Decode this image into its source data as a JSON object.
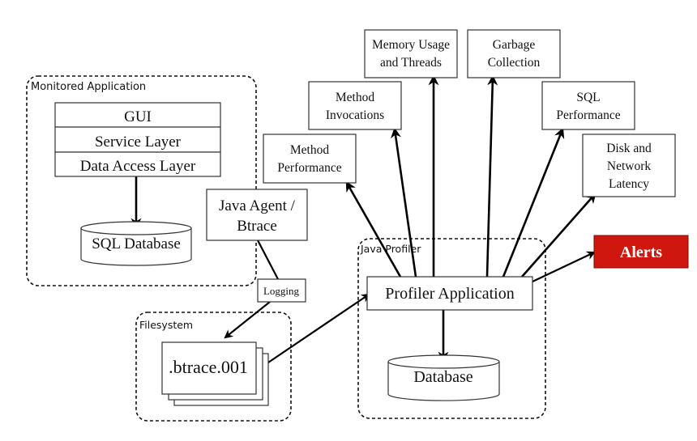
{
  "groups": {
    "monitored": {
      "label": "Monitored Application"
    },
    "filesystem": {
      "label": "Filesystem"
    },
    "profiler": {
      "label": "Java Profiler"
    }
  },
  "app_stack": [
    "GUI",
    "Service Layer",
    "Data Access Layer"
  ],
  "sql_database": "SQL Database",
  "java_agent": [
    "Java Agent /",
    "Btrace"
  ],
  "logging": "Logging",
  "btrace_file": ".btrace.001",
  "profiler_app": "Profiler Application",
  "profiler_db": "Database",
  "alerts": {
    "label": "Alerts",
    "color": "#d0170f"
  },
  "metrics": [
    {
      "id": "method-performance",
      "lines": [
        "Method",
        "Performance"
      ]
    },
    {
      "id": "method-invocations",
      "lines": [
        "Method",
        "Invocations"
      ]
    },
    {
      "id": "memory-usage-threads",
      "lines": [
        "Memory Usage",
        "and Threads"
      ]
    },
    {
      "id": "garbage-collection",
      "lines": [
        "Garbage",
        "Collection"
      ]
    },
    {
      "id": "sql-performance",
      "lines": [
        "SQL",
        "Performance"
      ]
    },
    {
      "id": "disk-network-latency",
      "lines": [
        "Disk and",
        "Network",
        "Latency"
      ]
    }
  ]
}
